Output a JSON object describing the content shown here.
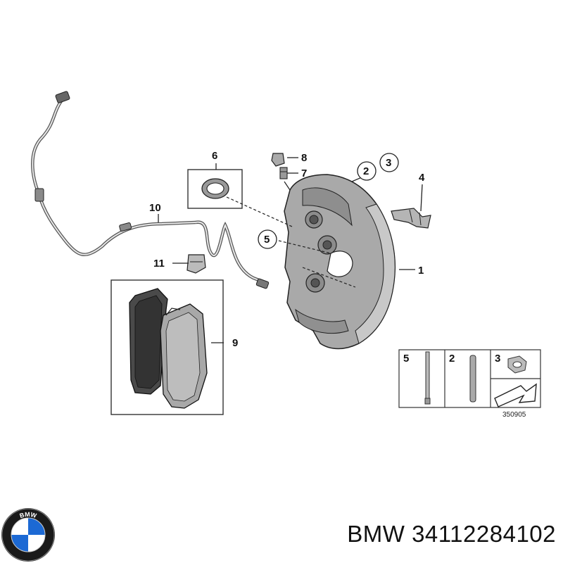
{
  "callouts": {
    "c1": "1",
    "c2": "2",
    "c3": "3",
    "c4": "4",
    "c5": "5",
    "c6": "6",
    "c7": "7",
    "c8": "8",
    "c9": "9",
    "c10": "10",
    "c11": "11"
  },
  "legend": {
    "items": [
      {
        "number": "5",
        "part": "guide-pin"
      },
      {
        "number": "2",
        "part": "pin"
      },
      {
        "number": "3",
        "part": "nut"
      }
    ],
    "diagram_ref": "350905"
  },
  "logo": {
    "text": "BMW",
    "icon": "bmw-roundel-icon",
    "colors": {
      "blue": "#1c69d4",
      "ring": "#1a1a1a"
    }
  },
  "footer": {
    "brand": "BMW",
    "part_number": "34112284102"
  }
}
